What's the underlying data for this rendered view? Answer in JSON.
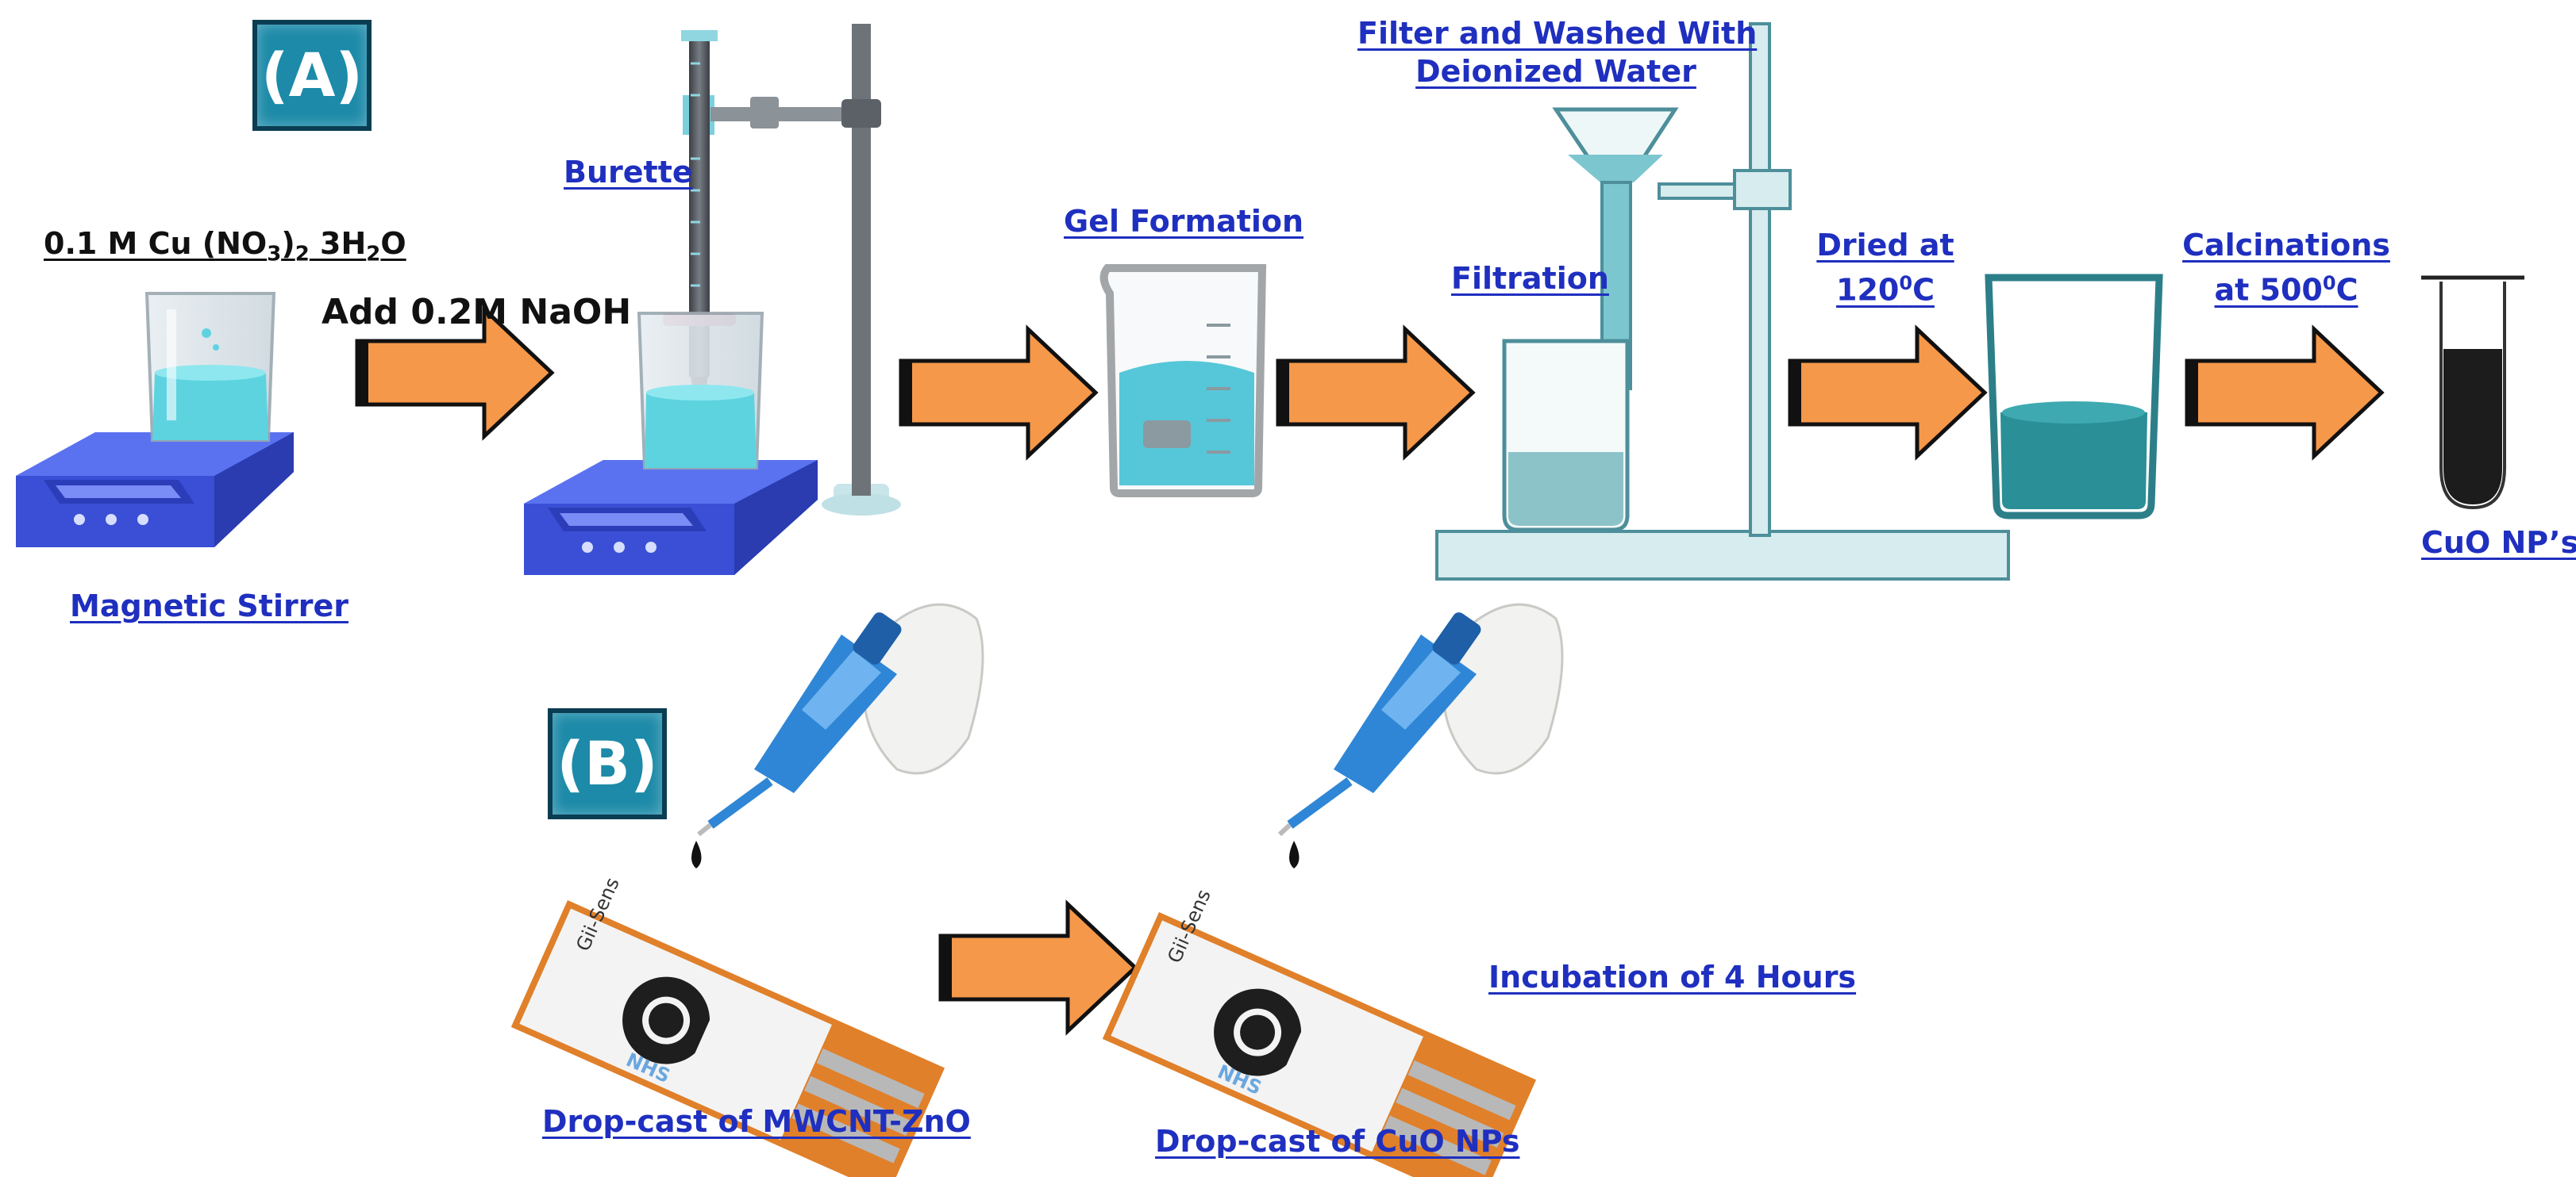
{
  "panels": {
    "a": "(A)",
    "b": "(B)"
  },
  "labels": {
    "precursor_prefix": "0.1 M Cu (NO",
    "precursor_sub1": "3",
    "precursor_mid": ")",
    "precursor_sub2": "2",
    "precursor_mid2": " 3H",
    "precursor_sub3": "2",
    "precursor_suffix": "O",
    "add_naoh": "Add 0.2M NaOH",
    "magnetic_stirrer": "Magnetic Stirrer",
    "burette": "Burette",
    "gel_formation": "Gel Formation",
    "filter_line1": "Filter and Washed With",
    "filter_line2": "Deionized Water",
    "filtration": "Filtration",
    "dried_line1": "Dried at",
    "dried_value": "120",
    "dried_sup": "0",
    "dried_unit": "C",
    "calc_line1": "Calcinations",
    "calc_prefix": "at 500",
    "calc_sup": "0",
    "calc_unit": "C",
    "cuo_nps": "CuO NP’s",
    "drop_mwcnt": "Drop-cast of MWCNT-ZnO",
    "drop_cuo": "Drop-cast of CuO NPs",
    "incubation": "Incubation of 4 Hours"
  },
  "sensor": {
    "brand": "Gii-Sens",
    "code": "NHS"
  },
  "colors": {
    "arrow_fill": "#f5984a",
    "label_blue": "#1f2fbf",
    "stirrer_blue": "#4157e0",
    "liquid_cyan": "#5ed3e0",
    "badge_teal": "#1c8aa8",
    "stand_teal": "#a8d8dc",
    "sensor_orange": "#e0802a"
  }
}
